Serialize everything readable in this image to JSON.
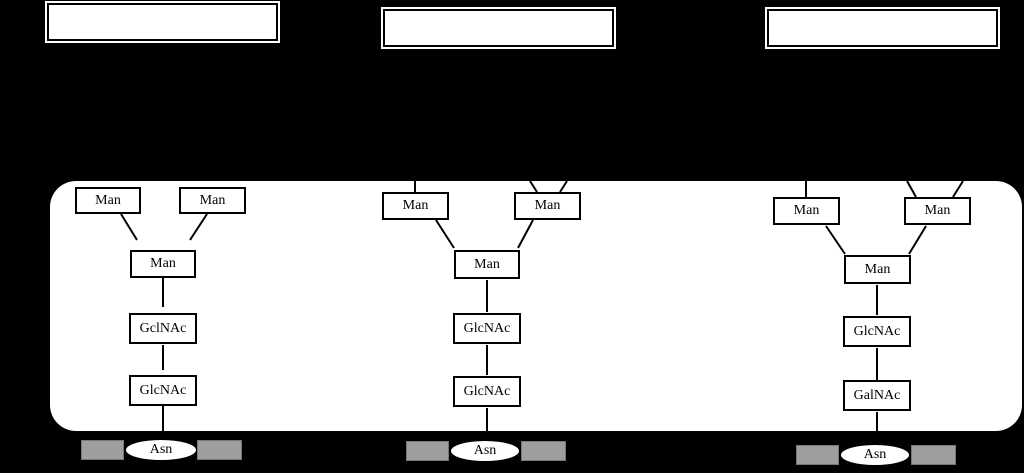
{
  "structures": [
    {
      "id": "left",
      "man_branch_1": "Man",
      "man_branch_2": "Man",
      "man_core": "Man",
      "upper_sugar": "GclNAc",
      "lower_sugar": "GlcNAc",
      "anchor": "Asn"
    },
    {
      "id": "middle",
      "man_branch_1": "Man",
      "man_branch_2": "Man",
      "man_core": "Man",
      "upper_sugar": "GlcNAc",
      "lower_sugar": "GlcNAc",
      "anchor": "Asn"
    },
    {
      "id": "right",
      "man_branch_1": "Man",
      "man_branch_2": "Man",
      "man_core": "Man",
      "upper_sugar": "GlcNAc",
      "lower_sugar": "GalNAc",
      "anchor": "Asn"
    }
  ],
  "colors": {
    "background": "#000000",
    "panel": "#ffffff",
    "flank_residue": "#9e9e9e"
  }
}
